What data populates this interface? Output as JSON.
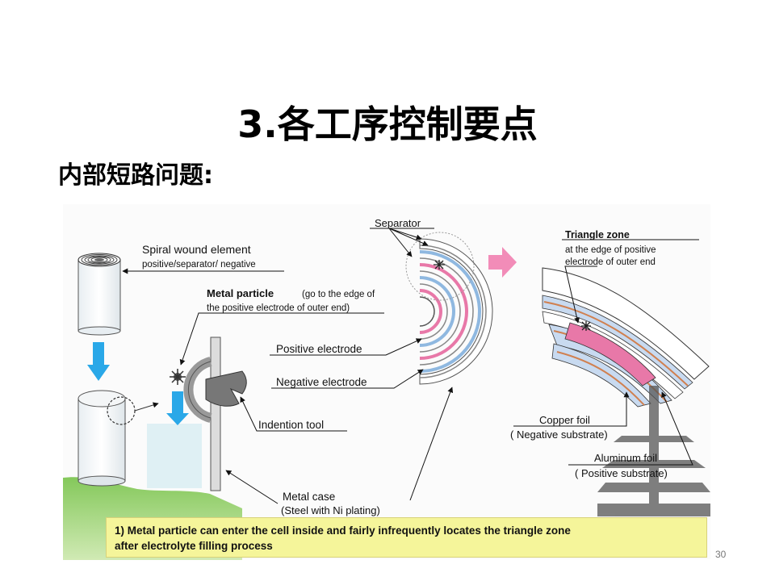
{
  "slide": {
    "title": "3.各工序控制要点",
    "subtitle": "内部短路问题:",
    "page_number": "30"
  },
  "diagram": {
    "labels": {
      "spiral_line1": "Spiral wound element",
      "spiral_line2": "positive/separator/ negative",
      "metal_particle_bold": "Metal particle",
      "metal_particle_rest": "(go to  the edge of",
      "metal_particle_line2": "the positive electrode of outer end)",
      "separator": "Separator",
      "positive_electrode": "Positive electrode",
      "negative_electrode": "Negative electrode",
      "indention_tool": "Indention tool",
      "metal_case_line1": "Metal case",
      "metal_case_line2": "(Steel with Ni plating)",
      "triangle_zone": "Triangle zone",
      "triangle_line2": "at the edge of positive",
      "triangle_line3": "electrode of outer end",
      "copper_foil": "Copper foil",
      "copper_sub": "( Negative substrate)",
      "aluminum_foil": "Aluminum foil",
      "aluminum_sub": "( Positive substrate)"
    },
    "colors": {
      "arrow_blue": "#2aa8e8",
      "arrow_pink": "#f28cb8",
      "positive_pink": "#e878a8",
      "negative_blue": "#8fb8e0",
      "copper": "#d08050",
      "note_bg": "#f5f59a"
    }
  },
  "note": {
    "line1": "1)  Metal particle can enter the cell inside and fairly infrequently locates the triangle zone",
    "line2": "after electrolyte filling process"
  }
}
